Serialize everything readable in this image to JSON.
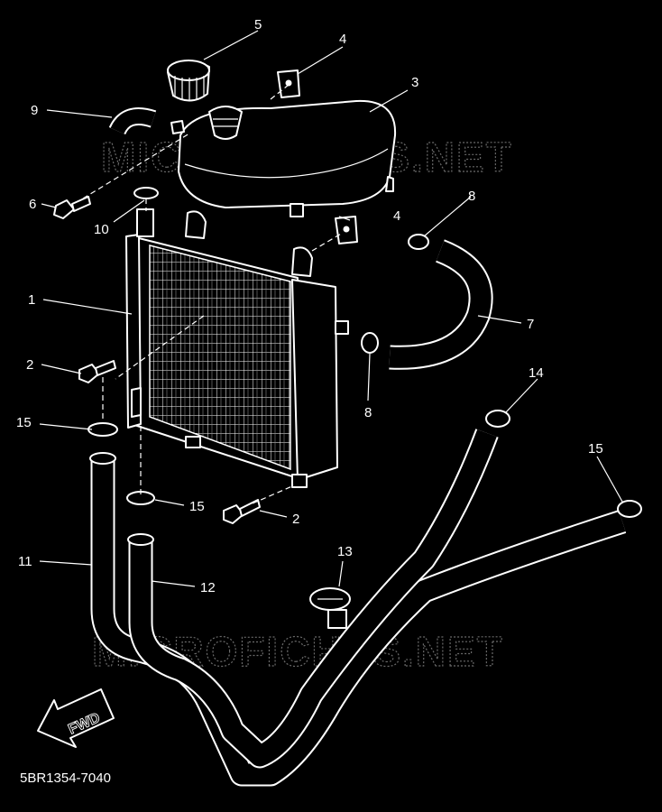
{
  "diagram": {
    "watermark": "MICROFICHES.NET",
    "direction_arrow": "FWD",
    "drawing_code": "5BR1354-7040",
    "callouts": [
      "1",
      "2",
      "2",
      "3",
      "4",
      "4",
      "5",
      "6",
      "7",
      "8",
      "8",
      "9",
      "10",
      "11",
      "12",
      "13",
      "14",
      "15",
      "15",
      "15"
    ]
  }
}
